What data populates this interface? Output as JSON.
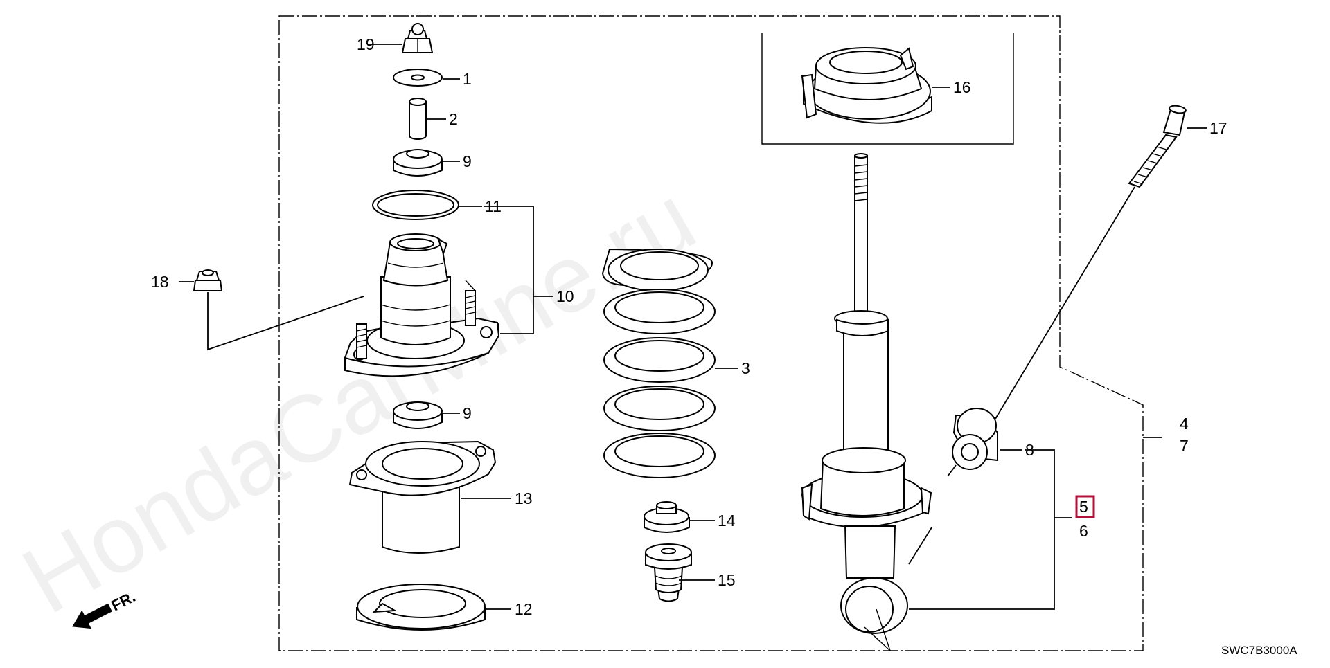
{
  "callouts": {
    "c1": "1",
    "c2": "2",
    "c3": "3",
    "c4": "4",
    "c5": "5",
    "c6": "6",
    "c7": "7",
    "c8": "8",
    "c9a": "9",
    "c9b": "9",
    "c10": "10",
    "c11": "11",
    "c12": "12",
    "c13": "13",
    "c14": "14",
    "c15": "15",
    "c16": "16",
    "c17": "17",
    "c18": "18",
    "c19": "19"
  },
  "highlight_color": "#b0103a",
  "direction_label": "FR.",
  "diagram_code": "SWC7B3000A",
  "watermark": "HondaCarMine.ru"
}
